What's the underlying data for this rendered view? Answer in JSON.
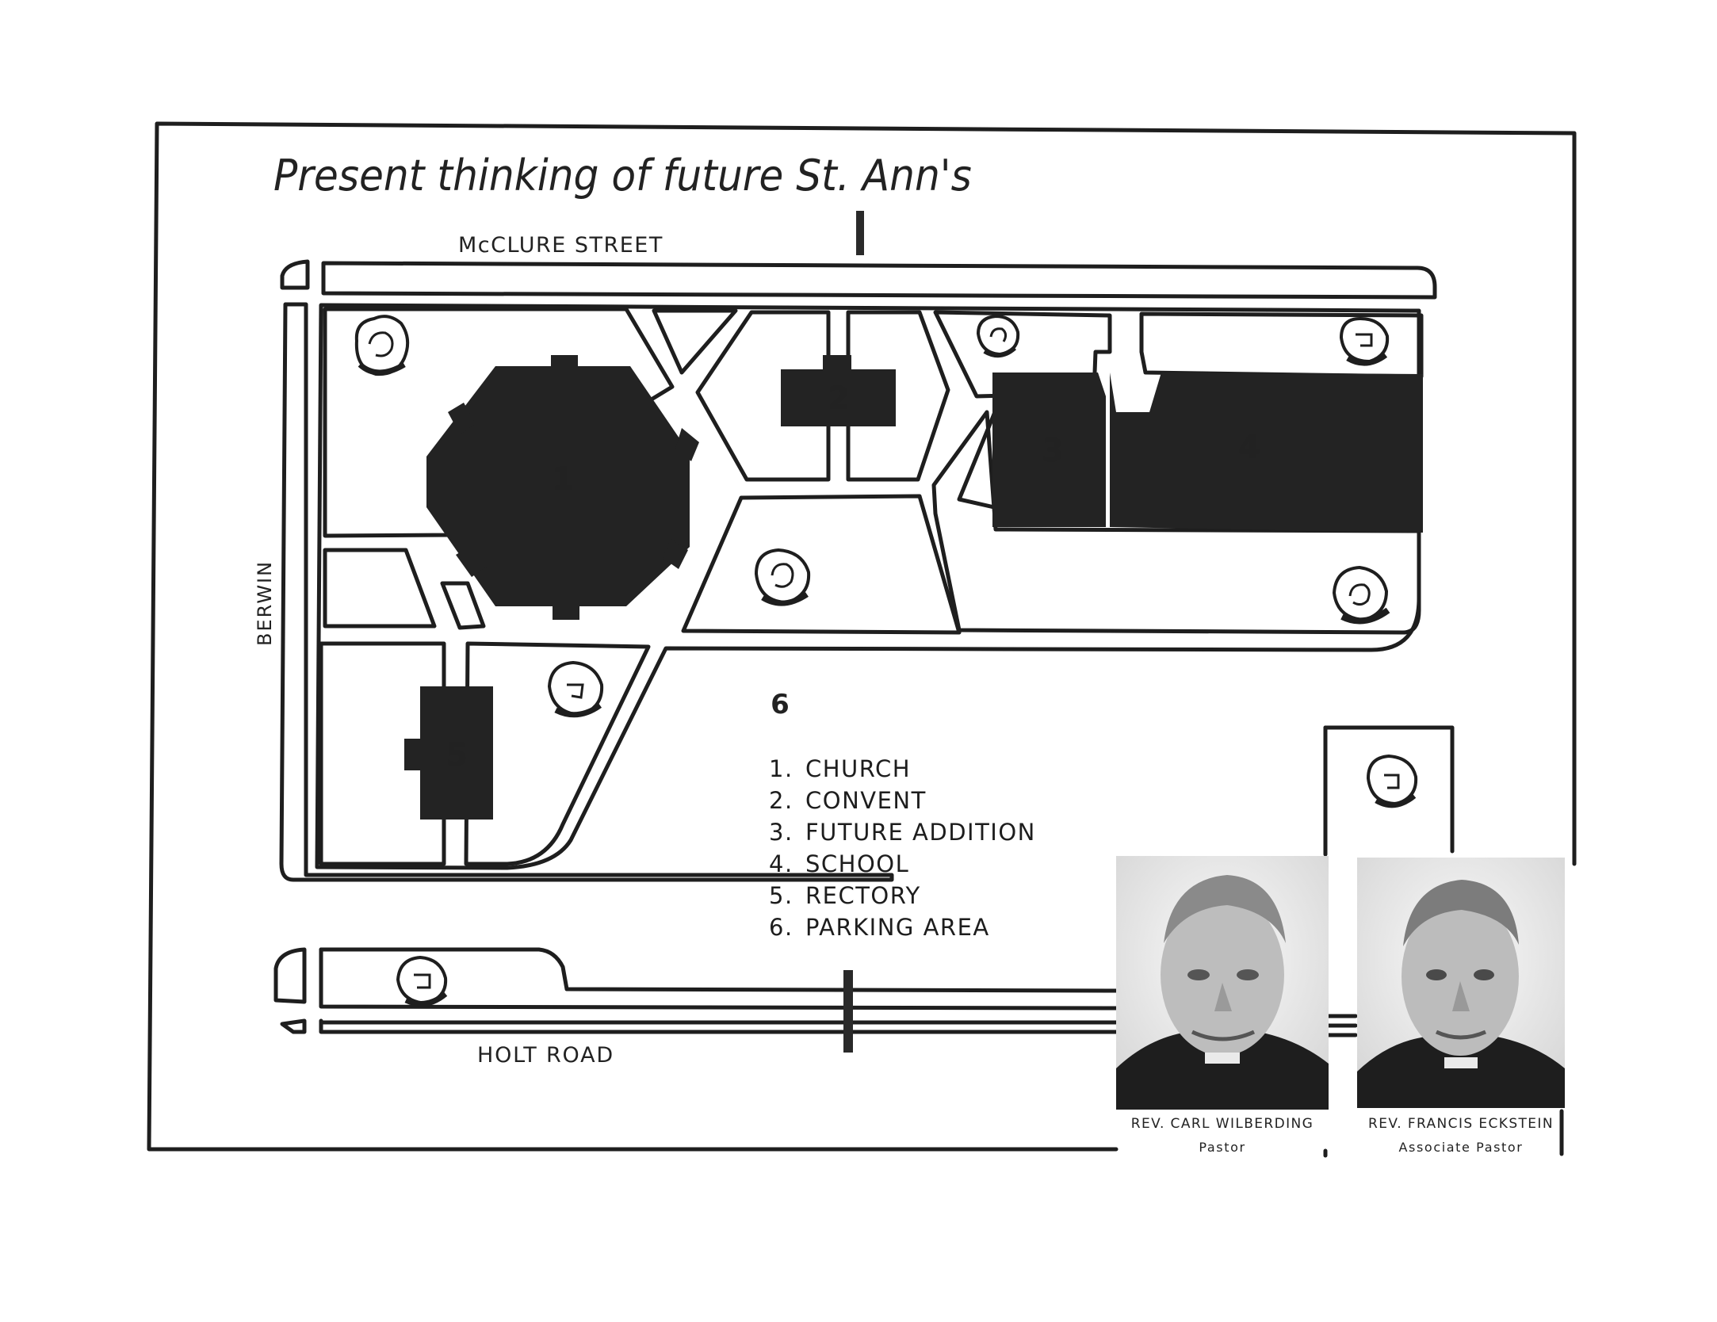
{
  "title": "Present thinking of future St. Ann's",
  "streets": {
    "north": "McCLURE STREET",
    "west": "BERWIN",
    "south": "HOLT ROAD"
  },
  "buildings": [
    {
      "number": "1",
      "name": "CHURCH"
    },
    {
      "number": "2",
      "name": "CONVENT"
    },
    {
      "number": "3",
      "name": "FUTURE ADDITION"
    },
    {
      "number": "4",
      "name": "SCHOOL"
    },
    {
      "number": "5",
      "name": "RECTORY"
    },
    {
      "number": "6",
      "name": "PARKING AREA"
    }
  ],
  "legend": [
    {
      "num": "1.",
      "label": "CHURCH"
    },
    {
      "num": "2.",
      "label": "CONVENT"
    },
    {
      "num": "3.",
      "label": "FUTURE ADDITION"
    },
    {
      "num": "4.",
      "label": "SCHOOL"
    },
    {
      "num": "5.",
      "label": "RECTORY"
    },
    {
      "num": "6.",
      "label": "PARKING AREA"
    }
  ],
  "people": [
    {
      "name": "REV. CARL WILBERDING",
      "role": "Pastor"
    },
    {
      "name": "REV. FRANCIS ECKSTEIN",
      "role": "Associate Pastor"
    }
  ],
  "colors": {
    "ink": "#1e1e1e",
    "paper": "#ffffff",
    "photo_bg": "#e6e6e6"
  }
}
